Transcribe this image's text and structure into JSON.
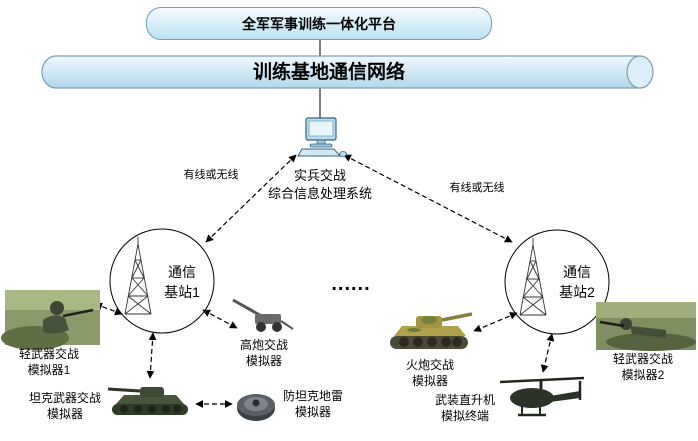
{
  "diagram": {
    "platform": "全军军事训练一体化平台",
    "network": "训练基地通信网络",
    "system": "实兵交战\n综合信息处理系统",
    "link_left": "有线或无线",
    "link_right": "有线或无线",
    "station1": "通信\n基站1",
    "station2": "通信\n基站2",
    "dots": "......",
    "sim_light1": "轻武器交战\n模拟器1",
    "sim_aa": "高炮交战\n模拟器",
    "sim_tank": "坦克武器交战\n模拟器",
    "sim_mine": "防坦克地雷\n模拟器",
    "sim_artillery": "火炮交战\n模拟器",
    "sim_heli": "武装直升机\n模拟终端",
    "sim_light2": "轻武器交战\n模拟器2"
  }
}
